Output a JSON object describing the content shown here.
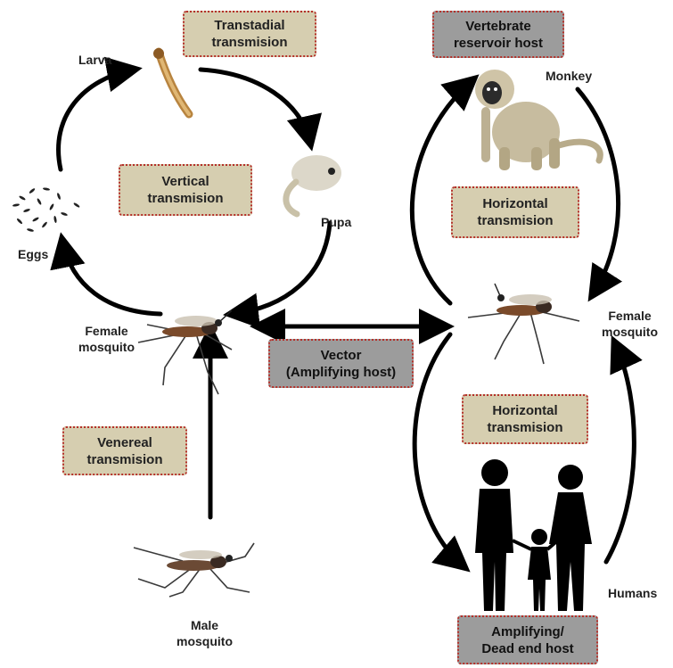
{
  "boxes": {
    "transtadial": "Transtadial\ntransmision",
    "vertical": "Vertical\ntransmision",
    "venereal": "Venereal\ntransmision",
    "vector": "Vector\n(Amplifying host)",
    "vertebrate": "Vertebrate\nreservoir host",
    "horizontal_upper": "Horizontal\ntransmision",
    "horizontal_lower": "Horizontal\ntransmision",
    "dead_end": "Amplifying/\nDead end host"
  },
  "labels": {
    "larva": "Larva",
    "pupa": "Pupa",
    "eggs": "Eggs",
    "female_left": "Female\nmosquito",
    "female_right": "Female\nmosquito",
    "male": "Male\nmosquito",
    "monkey": "Monkey",
    "humans": "Humans"
  },
  "colors": {
    "box_tan": "#d6ceb0",
    "box_gray": "#9c9c9c",
    "box_border": "#b5302a",
    "arrow": "#000000"
  },
  "icons": [
    "larva-icon",
    "pupa-icon",
    "eggs-icon",
    "mosquito-icon",
    "monkey-icon",
    "human-family-icon"
  ]
}
